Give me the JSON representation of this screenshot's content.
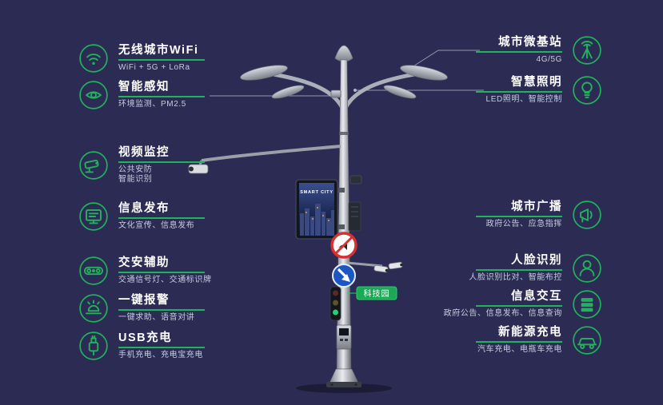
{
  "colors": {
    "background": "#2b2b54",
    "accent_green": "#21b35c",
    "title_text": "#ffffff",
    "subtitle_text": "#c8ccdf",
    "sign_red": "#d63031",
    "sign_blue": "#1a56c4"
  },
  "left_features": [
    {
      "title": "无线城市WiFi",
      "subtitle": "WiFi + 5G + LoRa"
    },
    {
      "title": "智能感知",
      "subtitle": "环境监测、PM2.5"
    },
    {
      "title": "视频监控",
      "subtitle": "公共安防",
      "subtitle2": "智能识别"
    },
    {
      "title": "信息发布",
      "subtitle": "文化宣传、信息发布"
    },
    {
      "title": "交安辅助",
      "subtitle": "交通信号灯、交通标识牌"
    },
    {
      "title": "一键报警",
      "subtitle": "一键求助、语音对讲"
    },
    {
      "title": "USB充电",
      "subtitle": "手机充电、充电宝充电"
    }
  ],
  "right_features": [
    {
      "title": "城市微基站",
      "subtitle": "4G/5G"
    },
    {
      "title": "智慧照明",
      "subtitle": "LED照明、智能控制"
    },
    {
      "title": "城市广播",
      "subtitle": "政府公告、应急指挥"
    },
    {
      "title": "人脸识别",
      "subtitle": "人脸识别比对、智能布控"
    },
    {
      "title": "信息交互",
      "subtitle": "政府公告、信息发布、信息查询"
    },
    {
      "title": "新能源充电",
      "subtitle": "汽车充电、电瓶车充电"
    }
  ],
  "pole": {
    "screen_title": "SMART CITY",
    "tag_label": "科技园"
  }
}
